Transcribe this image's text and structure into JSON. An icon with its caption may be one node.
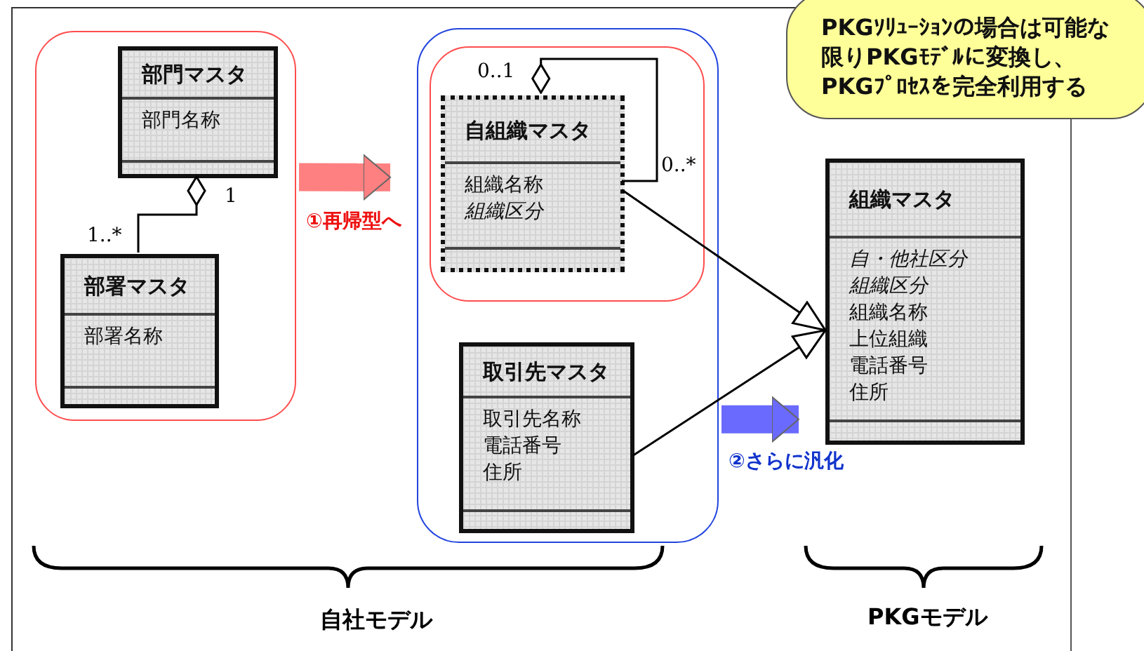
{
  "diagram": {
    "nodes": [
      {
        "text": [],
        "shape": "box"
      },
      {
        "text": [
          "部門マスタ",
          "部門名称"
        ],
        "in": 0
      },
      {
        "text": [
          "部署マスタ",
          "部署名称"
        ],
        "in": 0
      },
      {
        "text": [],
        "shape": "box"
      },
      {
        "text": [],
        "shape": "box",
        "in": 3
      },
      {
        "text": [
          "自組織マスタ",
          "組織名称",
          "組織区分"
        ],
        "in": 4
      },
      {
        "text": [
          "取引先マスタ",
          "取引先名称",
          "電話番号",
          "住所"
        ],
        "in": 3
      },
      {
        "text": [
          "組織マスタ",
          "自・他社区分",
          "組織区分",
          "組織名称",
          "上位組織",
          "電話番号",
          "住所"
        ]
      },
      {
        "text": [
          "PKGｿﾘｭｰｼｮﾝの場合は可能な限りPKGﾓﾃﾞﾙに変換し、PKGﾌﾟﾛｾｽを完全利用する"
        ]
      }
    ],
    "edges": [
      {
        "from": 2,
        "to": 1,
        "arrow": "other"
      },
      {
        "from": 5,
        "to": 5,
        "arrow": "other"
      },
      {
        "from": 5,
        "to": 7,
        "arrow": "to"
      },
      {
        "from": 6,
        "to": 7,
        "arrow": "to"
      },
      {
        "from": 0,
        "to": 3,
        "arrow": "to",
        "label": "①再帰型へ",
        "style": "thick",
        "color": "#ff8080"
      },
      {
        "from": 3,
        "to": 7,
        "arrow": "to",
        "label": "②さらに汎化",
        "style": "thick",
        "color": "#6a6aff"
      }
    ],
    "labels": [
      "1",
      "1..*",
      "0..1",
      "0..*",
      "自社モデル",
      "PKGモデル"
    ]
  }
}
